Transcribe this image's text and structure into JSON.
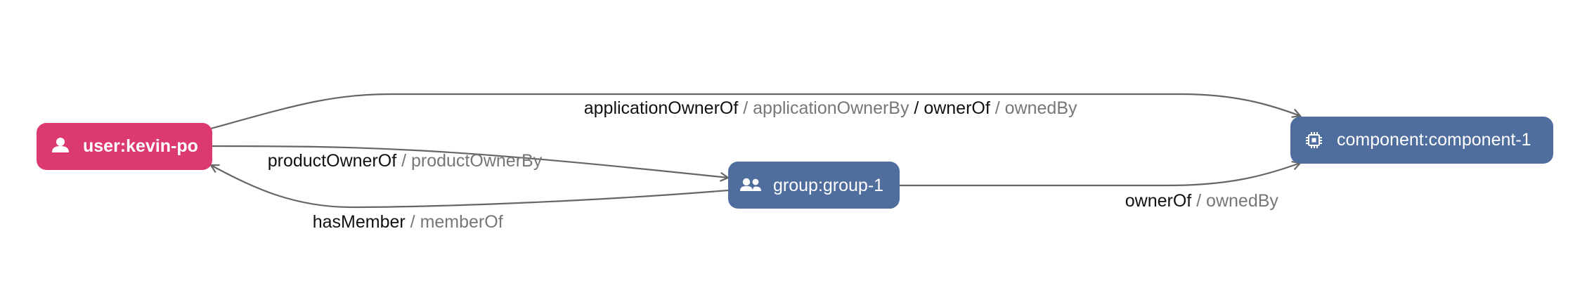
{
  "nodes": {
    "user": {
      "label": "user:kevin-po",
      "icon": "person-icon",
      "color": "#dc3a6f"
    },
    "group": {
      "label": "group:group-1",
      "icon": "group-icon",
      "color": "#4f6d9d"
    },
    "component": {
      "label": "component:component-1",
      "icon": "chip-icon",
      "color": "#4f6d9d"
    }
  },
  "edges": {
    "user_component": [
      {
        "text": "applicationOwnerOf",
        "style": "main"
      },
      {
        "text": " / applicationOwnerBy",
        "style": "sep"
      },
      {
        "text": " / ownerOf",
        "style": "main"
      },
      {
        "text": " / ownedBy",
        "style": "sep"
      }
    ],
    "user_group": [
      {
        "text": "productOwnerOf",
        "style": "main"
      },
      {
        "text": " / productOwnerBy",
        "style": "sep"
      }
    ],
    "group_user": [
      {
        "text": "hasMember",
        "style": "main"
      },
      {
        "text": " / memberOf",
        "style": "sep"
      }
    ],
    "group_component": [
      {
        "text": "ownerOf",
        "style": "main"
      },
      {
        "text": " / ownedBy",
        "style": "sep"
      }
    ]
  },
  "colors": {
    "edge": "#666666",
    "label_primary": "#111111",
    "label_secondary": "#777777"
  }
}
